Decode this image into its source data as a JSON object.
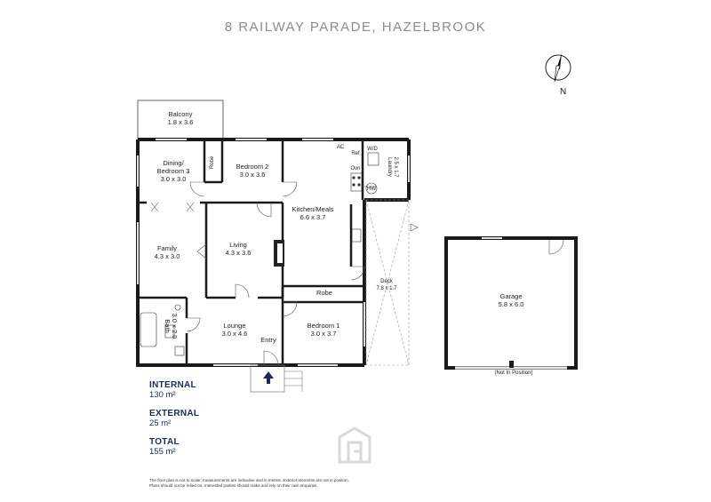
{
  "title": "8 RAILWAY PARADE, HAZELBROOK",
  "compass": {
    "label": "N"
  },
  "rooms": {
    "balcony": {
      "name": "Balcony",
      "size": "1.8 x 3.6"
    },
    "dining": {
      "name": "Dining/",
      "name2": "Bedroom 3",
      "size": "3.0 x 3.0"
    },
    "robe_top": {
      "name": "Robe"
    },
    "bedroom2": {
      "name": "Bedroom 2",
      "size": "3.0 x 3.6"
    },
    "ac": {
      "name": "AC"
    },
    "ref": {
      "name": "Ref"
    },
    "wd": {
      "name": "W/D"
    },
    "ovn": {
      "name": "Ovn"
    },
    "hw": {
      "name": "HW"
    },
    "laundry": {
      "name": "Laundry",
      "size": "2.5 x 1.7"
    },
    "kitchen": {
      "name": "Kitchen/Meals",
      "size": "6.6 x 3.7"
    },
    "family": {
      "name": "Family",
      "size": "4.3 x 3.0"
    },
    "living": {
      "name": "Living",
      "size": "4.3 x 3.6"
    },
    "robe_mid": {
      "name": "Robe"
    },
    "deck": {
      "name": "Deck",
      "size": "7.8 x 1.7"
    },
    "bath": {
      "name": "Bath",
      "size": "3.0 x 2.0"
    },
    "lounge": {
      "name": "Lounge",
      "size": "3.0 x 4.6"
    },
    "entry": {
      "name": "Entry"
    },
    "bedroom1": {
      "name": "Bedroom 1",
      "size": "3.0 x 3.7"
    },
    "garage": {
      "name": "Garage",
      "size": "5.8 x 6.0",
      "note": "(Not In Position)"
    }
  },
  "stats": [
    {
      "label": "INTERNAL",
      "value": "130 m²"
    },
    {
      "label": "EXTERNAL",
      "value": "25 m²"
    },
    {
      "label": "TOTAL",
      "value": "155 m²"
    }
  ],
  "disclaimer": {
    "line1": "The floor plan is not to scale; measurements are indicative and in metres. Exterior elements are not in position.",
    "line2": "Plans should not be relied on. Interested parties should make and rely on their own enquiries."
  },
  "colors": {
    "wall": "#1a1a1a",
    "accent": "#1b2a5a",
    "title": "#8c8c8c"
  }
}
